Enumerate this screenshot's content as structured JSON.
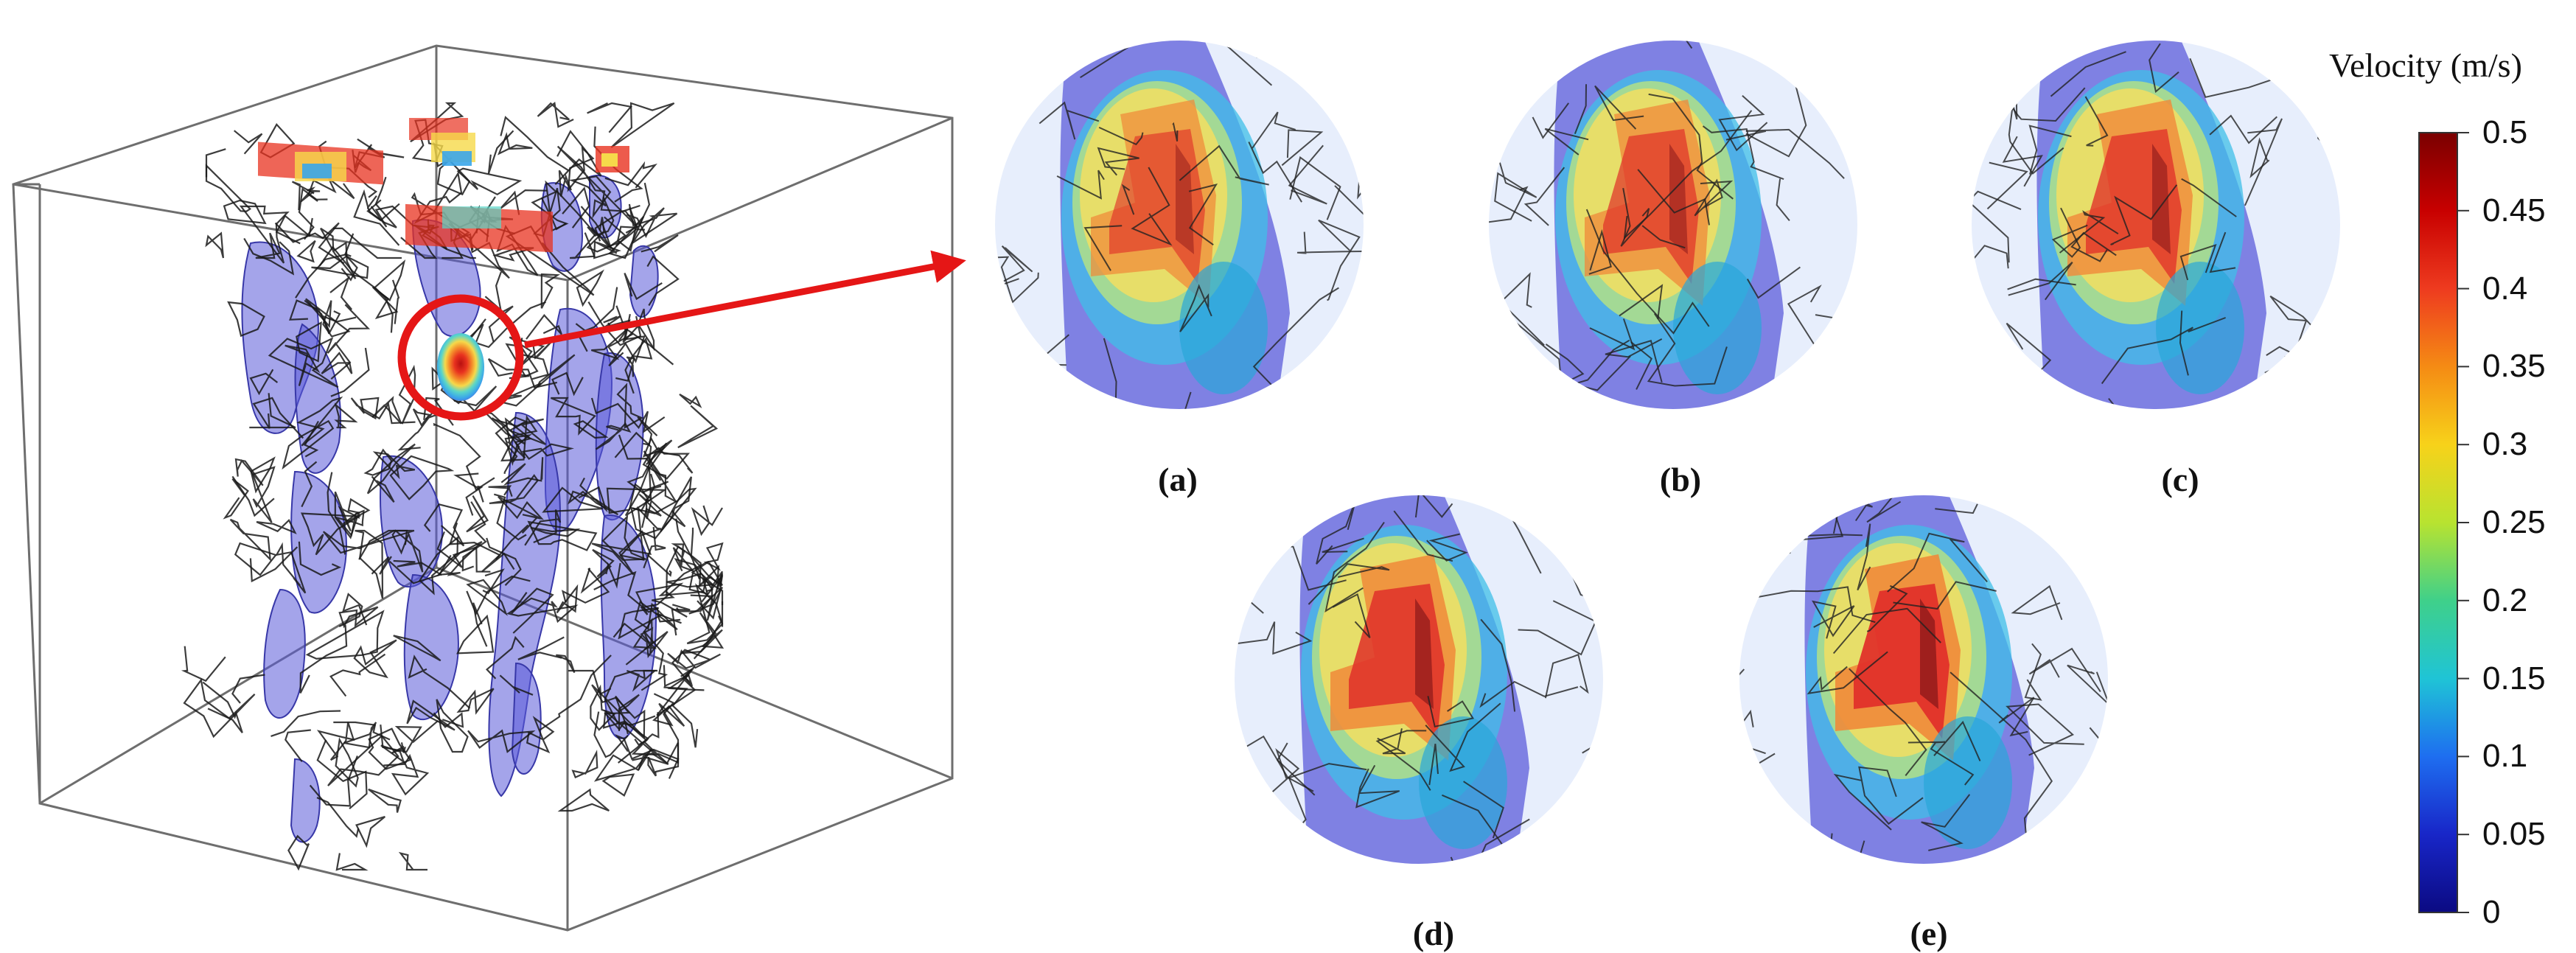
{
  "colorbar": {
    "title": "Velocity (m/s)",
    "ticks": [
      "0.5",
      "0.45",
      "0.4",
      "0.35",
      "0.3",
      "0.25",
      "0.2",
      "0.15",
      "0.1",
      "0.05",
      "0"
    ],
    "stops": [
      "#7a0000",
      "#c80000",
      "#ee3b1f",
      "#f58b14",
      "#f7d21a",
      "#b8e330",
      "#3fd08a",
      "#1fc4d6",
      "#1e6ef0",
      "#1826c8",
      "#0b0a82"
    ]
  },
  "panels": [
    {
      "label": "(a)",
      "intensity": 0.5
    },
    {
      "label": "(b)",
      "intensity": 0.62
    },
    {
      "label": "(c)",
      "intensity": 0.74
    },
    {
      "label": "(d)",
      "intensity": 0.86
    },
    {
      "label": "(e)",
      "intensity": 1.0
    }
  ],
  "colors": {
    "highlight": "#e51616",
    "wireframe": "#1a1a1a",
    "box": "#6e6e6e",
    "blue_surface": "#5a5ad8",
    "disc": "#e7eefc"
  }
}
